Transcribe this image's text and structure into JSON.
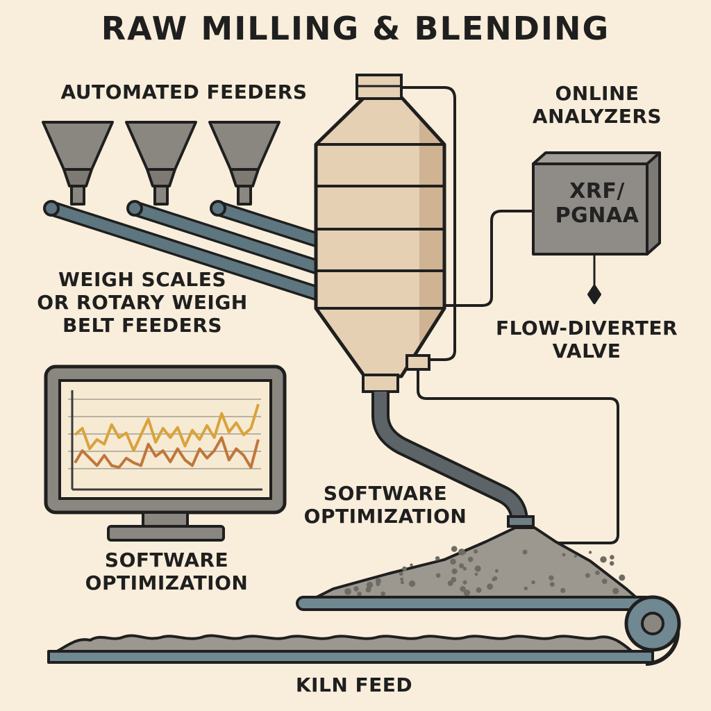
{
  "title": "RAW MILLING & BLENDING",
  "labels": {
    "feeders": "AUTOMATED FEEDERS",
    "scales": [
      "WEIGH SCALES",
      "OR ROTARY WEIGH",
      "BELT FEEDERS"
    ],
    "analyzers": [
      "ONLINE",
      "ANALYZERS"
    ],
    "analyzer_box": [
      "XRF/",
      "PGNAA"
    ],
    "valve": [
      "FLOW-DIVERTER",
      "VALVE"
    ],
    "optimization_center": [
      "SOFTWARE",
      "OPTIMIZATION"
    ],
    "optimization_left": [
      "SOFTWARE",
      "OPTIMIZATION"
    ],
    "kiln_feed": "KILN FEED"
  },
  "colors": {
    "background": "#f9eedb",
    "outline": "#1f1f1f",
    "silo_body": "#e5d0b4",
    "silo_shade": "#cfb393",
    "hopper_gray": "#8a8680",
    "belt_blue": "#5d7680",
    "analyzer_box": "#8f8b86",
    "material_pile": "#9c9890",
    "screen_bg": "#f6ead3",
    "trend_upper": "#d9a33c",
    "trend_lower": "#c0763a"
  },
  "monitor": {
    "trend_upper": [
      0.55,
      0.62,
      0.4,
      0.5,
      0.45,
      0.66,
      0.52,
      0.57,
      0.38,
      0.55,
      0.72,
      0.47,
      0.62,
      0.52,
      0.63,
      0.43,
      0.6,
      0.5,
      0.65,
      0.52,
      0.78,
      0.58,
      0.68,
      0.55,
      0.62,
      0.88
    ],
    "trend_lower": [
      0.25,
      0.38,
      0.3,
      0.22,
      0.33,
      0.22,
      0.2,
      0.3,
      0.25,
      0.22,
      0.45,
      0.32,
      0.38,
      0.26,
      0.4,
      0.28,
      0.22,
      0.4,
      0.3,
      0.38,
      0.52,
      0.28,
      0.4,
      0.33,
      0.2,
      0.5
    ]
  }
}
